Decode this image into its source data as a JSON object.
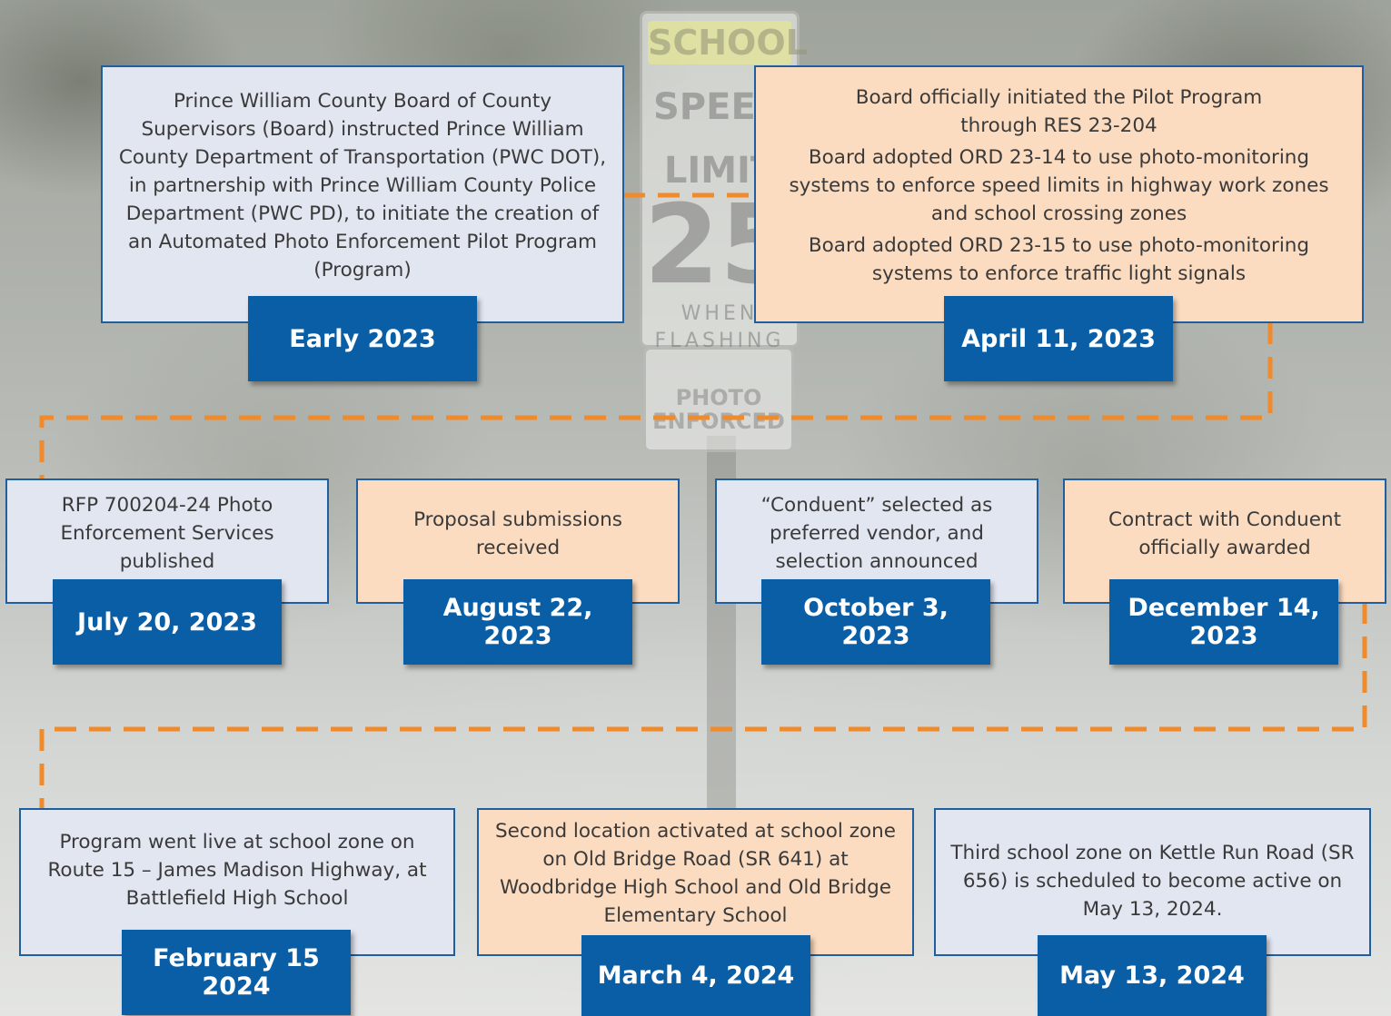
{
  "milestones": [
    {
      "date": "Early 2023",
      "paragraphs": [
        "Prince William County Board of County Supervisors (Board) instructed Prince William County Department of Transportation (PWC DOT), in partnership with Prince William County Police Department (PWC PD), to initiate the creation of an Automated Photo Enforcement Pilot Program (Program)"
      ]
    },
    {
      "date": "April 11, 2023",
      "paragraphs": [
        "Board officially initiated the Pilot Program through RES 23-204",
        "Board adopted ORD 23-14 to use photo-monitoring systems to enforce speed limits in highway work zones and school crossing zones",
        "Board adopted ORD 23-15 to use photo-monitoring systems to enforce traffic light signals"
      ]
    },
    {
      "date": "July 20, 2023",
      "paragraphs": [
        "RFP 700204-24 Photo Enforcement Services published"
      ]
    },
    {
      "date": "August 22, 2023",
      "paragraphs": [
        "Proposal submissions received"
      ]
    },
    {
      "date": "October 3, 2023",
      "paragraphs": [
        "“Conduent” selected as preferred vendor, and selection announced"
      ]
    },
    {
      "date": "December 14, 2023",
      "paragraphs": [
        "Contract with Conduent officially awarded"
      ]
    },
    {
      "date": "February 15 2024",
      "paragraphs": [
        "Program went live at school zone on Route 15 – James Madison Highway, at Battlefield High School"
      ]
    },
    {
      "date": "March 4, 2024",
      "paragraphs": [
        "Second location activated at school zone on Old Bridge Road (SR 641) at Woodbridge High School and Old Bridge Elementary School"
      ]
    },
    {
      "date": "May 13, 2024",
      "paragraphs": [
        "Third school zone on Kettle Run Road (SR 656) is scheduled to become active on May 13, 2024."
      ]
    }
  ],
  "background_sign": {
    "top_panel": "SCHOOL",
    "line1": "SPEED",
    "line2": "LIMIT",
    "speed": "25",
    "line3": "WHEN",
    "line4": "FLASHING",
    "lower_line1": "PHOTO",
    "lower_line2": "ENFORCED"
  },
  "colors": {
    "date_badge": "#0a5ea6",
    "box_blue": "#e2e6f1",
    "box_peach": "#fcdcc0",
    "box_border": "#1f5e9f",
    "connector": "#f08a2b"
  }
}
